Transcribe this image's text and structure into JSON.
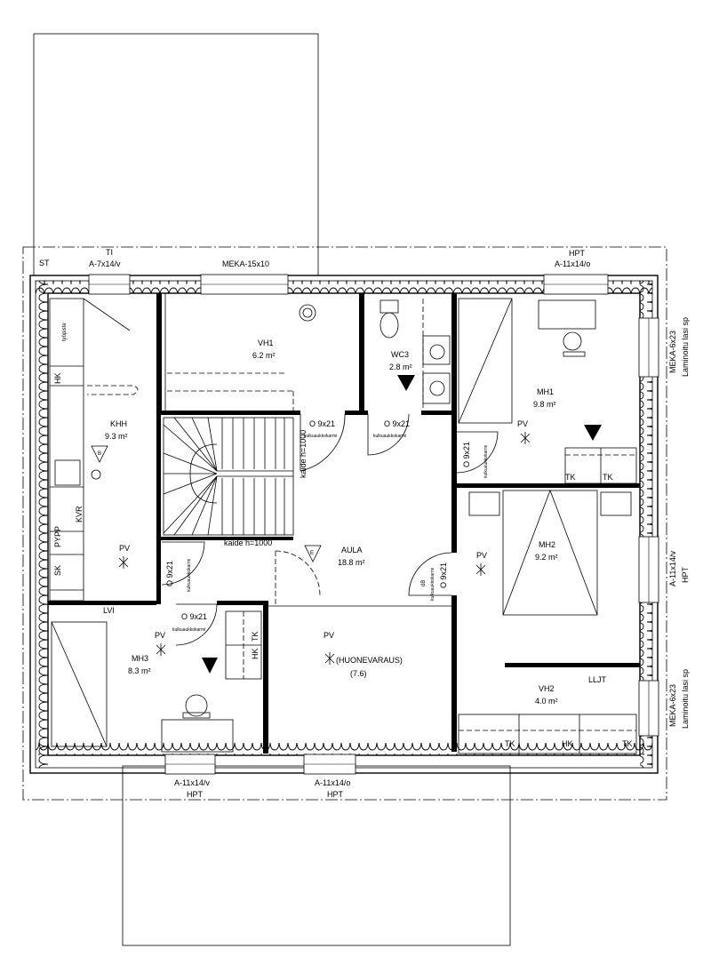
{
  "labels": {
    "st": "ST",
    "ti": "TI",
    "w_top_left": "A-7x14/v",
    "w_top_mid": "MEKA-15x10",
    "hpt_top": "HPT",
    "w_top_right": "A-11x14/o",
    "w_right_1a": "MEKA-6x23",
    "w_right_1b": "Laminoitu lasi sp",
    "w_right_2a": "A-11x14/v",
    "w_right_2b": "HPT",
    "w_right_3a": "MEKA-6x23",
    "w_right_3b": "Laminoitu lasi sp",
    "w_bot_left": "A-11x14/v",
    "w_bot_left_hpt": "HPT",
    "w_bot_mid": "A-11x14/o",
    "w_bot_mid_hpt": "HPT"
  },
  "rooms": {
    "vh1": {
      "name": "VH1",
      "area": "6.2 m²"
    },
    "wc3": {
      "name": "WC3",
      "area": "2.8 m²"
    },
    "mh1": {
      "name": "MH1",
      "area": "9.8 m²"
    },
    "khh": {
      "name": "KHH",
      "area": "9.3 m²"
    },
    "aula": {
      "name": "AULA",
      "area": "18.8 m²"
    },
    "mh2": {
      "name": "MH2",
      "area": "9.2 m²"
    },
    "mh3": {
      "name": "MH3",
      "area": "8.3 m²"
    },
    "huone": {
      "name": "(HUONEVARAUS)",
      "area": "(7.6)"
    },
    "vh2": {
      "name": "VH2",
      "area": "4.0 m²"
    }
  },
  "fixtures": {
    "tyopiste": "työpiste",
    "hk": "HK",
    "kvr": "KVR",
    "pypp": "PYPP",
    "sk": "SK",
    "lvi": "LVI",
    "hk2": "HK",
    "tk": "TK",
    "hk3": "HK",
    "lljt": "LLJT",
    "kaide1": "kaide h=1000",
    "kaide2": "kaide h=1000",
    "db": "dB",
    "pv": "PV",
    "b": "B",
    "e": "E"
  },
  "doors": {
    "o921": "O 9x21",
    "kulku": "kulkuaukkokarmi"
  }
}
